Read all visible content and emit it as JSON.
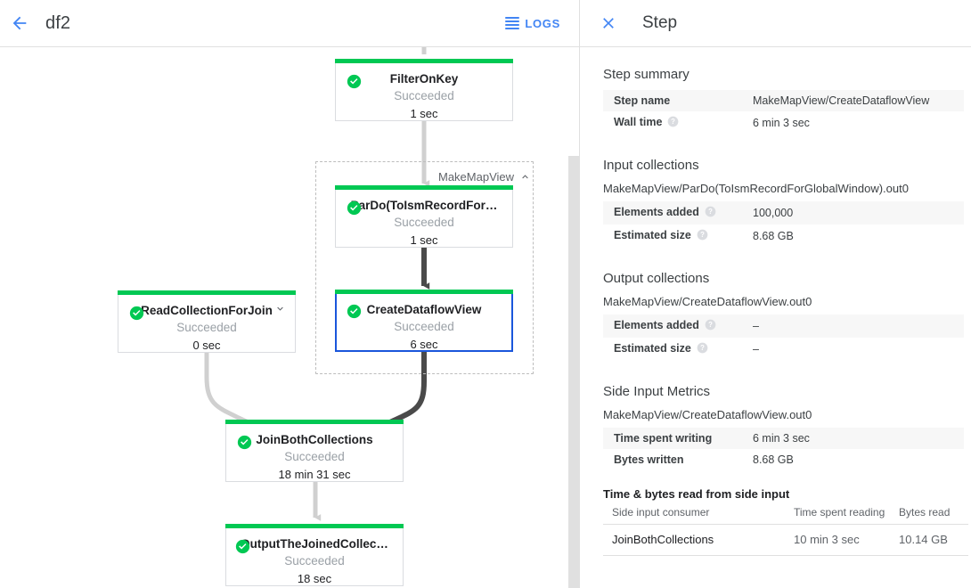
{
  "left": {
    "back_icon": "back-arrow-icon",
    "job_title": "df2",
    "logs_button": {
      "label": "LOGS",
      "icon": "logs-list-icon"
    },
    "composite": {
      "label": "MakeMapView",
      "collapse_icon": "chevron-up-icon"
    },
    "status_icon": "check-circle-icon",
    "nodes": [
      {
        "id": "filter-on-key",
        "title": "FilterOnKey",
        "status": "Succeeded",
        "time": "1 sec",
        "selected": false,
        "chevron": false
      },
      {
        "id": "pardo-toismrecordfor",
        "title": "ParDo(ToIsmRecordFor…",
        "status": "Succeeded",
        "time": "1 sec",
        "selected": false,
        "chevron": false
      },
      {
        "id": "create-dataflow-view",
        "title": "CreateDataflowView",
        "status": "Succeeded",
        "time": "6 sec",
        "selected": true,
        "chevron": false
      },
      {
        "id": "read-collection-for-join",
        "title": "ReadCollectionForJoin",
        "status": "Succeeded",
        "time": "0 sec",
        "selected": false,
        "chevron": true,
        "chevron_icon": "chevron-down-icon"
      },
      {
        "id": "join-both-collections",
        "title": "JoinBothCollections",
        "status": "Succeeded",
        "time": "18 min 31 sec",
        "selected": false,
        "chevron": false
      },
      {
        "id": "output-the-joined-collec",
        "title": "OutputTheJoinedCollec…",
        "status": "Succeeded",
        "time": "18 sec",
        "selected": false,
        "chevron": false
      }
    ]
  },
  "right": {
    "close_icon": "close-icon",
    "title": "Step",
    "step_summary": {
      "heading": "Step summary",
      "rows": [
        {
          "key": "Step name",
          "help": false,
          "value": "MakeMapView/CreateDataflowView"
        },
        {
          "key": "Wall time",
          "help": true,
          "value": "6 min 3 sec"
        }
      ]
    },
    "input_collections": {
      "heading": "Input collections",
      "collection": "MakeMapView/ParDo(ToIsmRecordForGlobalWindow).out0",
      "rows": [
        {
          "key": "Elements added",
          "help": true,
          "value": "100,000"
        },
        {
          "key": "Estimated size",
          "help": true,
          "value": "8.68 GB"
        }
      ]
    },
    "output_collections": {
      "heading": "Output collections",
      "collection": "MakeMapView/CreateDataflowView.out0",
      "rows": [
        {
          "key": "Elements added",
          "help": true,
          "value": "–"
        },
        {
          "key": "Estimated size",
          "help": true,
          "value": "–"
        }
      ]
    },
    "side_input_metrics": {
      "heading": "Side Input Metrics",
      "collection": "MakeMapView/CreateDataflowView.out0",
      "rows": [
        {
          "key": "Time spent writing",
          "help": false,
          "value": "6 min 3 sec"
        },
        {
          "key": "Bytes written",
          "help": false,
          "value": "8.68 GB"
        }
      ],
      "read_table": {
        "title": "Time & bytes read from side input",
        "columns": [
          "Side input consumer",
          "Time spent reading",
          "Bytes read"
        ],
        "rows": [
          [
            "JoinBothCollections",
            "10 min 3 sec",
            "10.14 GB"
          ]
        ]
      }
    }
  },
  "colors": {
    "accent_blue": "#4285f4",
    "success_green": "#00c853",
    "selected_border": "#1a56db",
    "edge_light": "#d0d0d0",
    "edge_dark": "#4a4a4a"
  }
}
